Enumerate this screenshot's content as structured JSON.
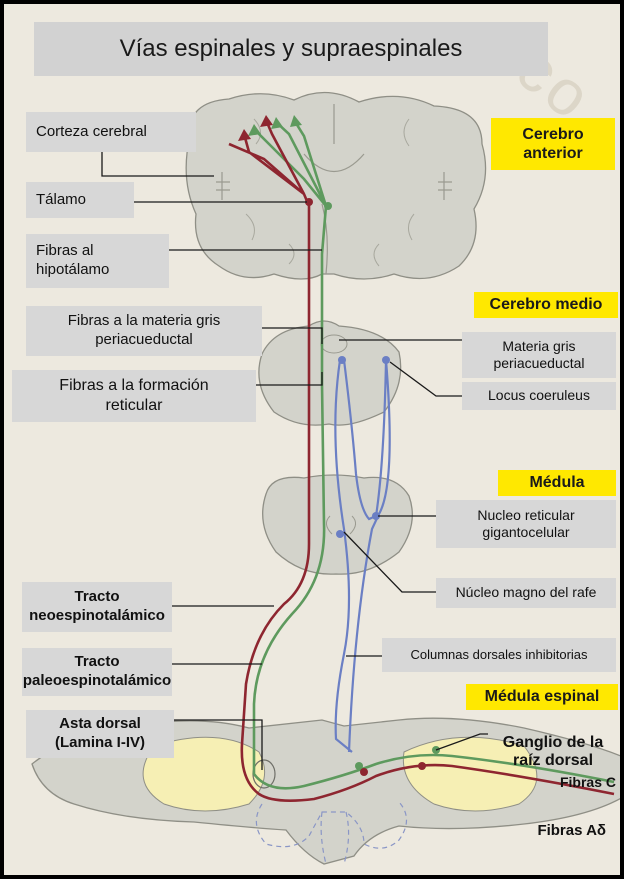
{
  "title": "Vías espinales y supraespinales",
  "watermark": "rico",
  "regions": {
    "anterior": "Cerebro\nanterior",
    "medio": "Cerebro medio",
    "medula": "Médula",
    "espinal": "Médula espinal"
  },
  "labels": {
    "corteza": "Corteza cerebral",
    "talamo": "Tálamo",
    "hipotalamo": "Fibras al\nhipotálamo",
    "fibras_gris": "Fibras a la materia gris\nperiacueductal",
    "formacion": "Fibras a la formación\nreticular",
    "materia_gris": "Materia gris\nperiacueductal",
    "locus": "Locus coeruleus",
    "nucleo_reticular": "Nucleo reticular\ngigantocelular",
    "magno": "Núcleo magno del rafe",
    "tracto_neo": "Tracto\nneoespinotalámico",
    "tracto_paleo": "Tracto\npaleoespinotalámico",
    "columnas": "Columnas dorsales inhibitorias",
    "asta": "Asta dorsal\n(Lamina I-IV)",
    "ganglio": "Ganglio de la\nraíz dorsal",
    "fibras_c": "Fibras C",
    "fibras_ad": "Fibras Aδ"
  },
  "colors": {
    "frame_bg": "#ede9df",
    "tissue": "#d3d3cb",
    "tissue_stroke": "#8f8f86",
    "region_highlight": "#ffe800",
    "label_box": "#d7d7d7",
    "neo_tract": "#8e2630",
    "paleo_tract": "#5e9a5e",
    "inhibitory": "#6b7fc4",
    "ganglion_fill": "#f6efb4"
  }
}
